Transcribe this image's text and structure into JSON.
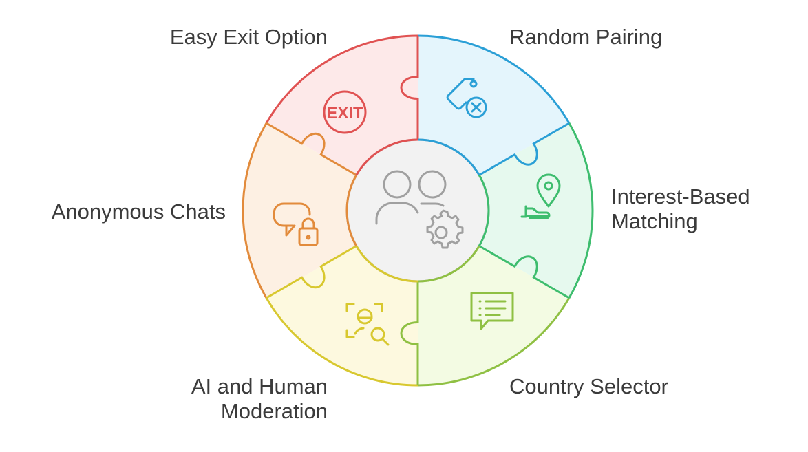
{
  "center": {
    "icon": "users-gear-icon"
  },
  "segments": [
    {
      "id": "random-pairing",
      "label": [
        "Random Pairing"
      ],
      "icon": "tag-x-icon",
      "color": "#2a9fd6",
      "fill": "#e4f5fc"
    },
    {
      "id": "interest-based-matching",
      "label": [
        "Interest-Based",
        "Matching"
      ],
      "icon": "location-pin-icon",
      "color": "#3ebd6e",
      "fill": "#e6f9ee"
    },
    {
      "id": "country-selector",
      "label": [
        "Country Selector"
      ],
      "icon": "message-list-icon",
      "color": "#8fc043",
      "fill": "#f3fbe3"
    },
    {
      "id": "ai-human-moderation",
      "label": [
        "AI and Human",
        "Moderation"
      ],
      "icon": "face-scan-search-icon",
      "color": "#d8c82f",
      "fill": "#fdf9df"
    },
    {
      "id": "anonymous-chats",
      "label": [
        "Anonymous Chats"
      ],
      "icon": "chat-lock-icon",
      "color": "#e28b3c",
      "fill": "#fdf0e3"
    },
    {
      "id": "easy-exit-option",
      "label": [
        "Easy Exit Option"
      ],
      "icon": "exit-sign-icon",
      "color": "#e05252",
      "fill": "#fde9e9"
    }
  ],
  "exit_icon_text": "EXIT"
}
